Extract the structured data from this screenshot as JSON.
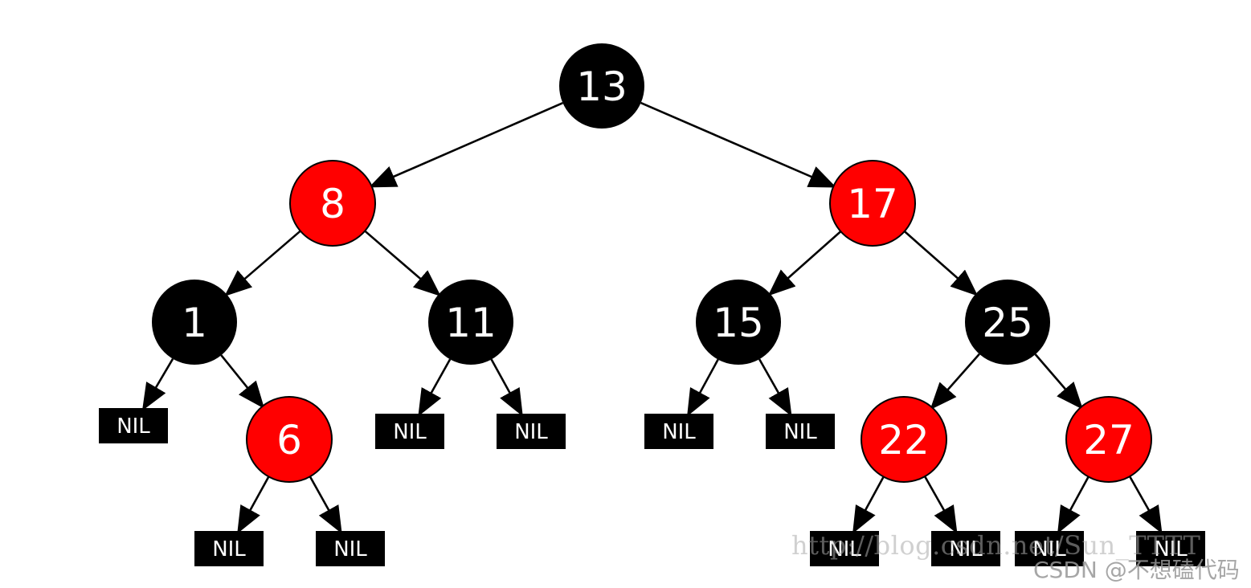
{
  "diagram": {
    "colors": {
      "black": "#000000",
      "red": "#ff0000",
      "text": "#ffffff"
    },
    "nodes": [
      {
        "id": "n13",
        "key": "13",
        "color": "black"
      },
      {
        "id": "n8",
        "key": "8",
        "color": "red"
      },
      {
        "id": "n17",
        "key": "17",
        "color": "red"
      },
      {
        "id": "n1",
        "key": "1",
        "color": "black"
      },
      {
        "id": "n11",
        "key": "11",
        "color": "black"
      },
      {
        "id": "n15",
        "key": "15",
        "color": "black"
      },
      {
        "id": "n25",
        "key": "25",
        "color": "black"
      },
      {
        "id": "n6",
        "key": "6",
        "color": "red"
      },
      {
        "id": "n22",
        "key": "22",
        "color": "red"
      },
      {
        "id": "n27",
        "key": "27",
        "color": "red"
      }
    ],
    "nil_label": "NIL",
    "edges": [
      {
        "from": "n13",
        "to": "n8"
      },
      {
        "from": "n13",
        "to": "n17"
      },
      {
        "from": "n8",
        "to": "n1"
      },
      {
        "from": "n8",
        "to": "n11"
      },
      {
        "from": "n17",
        "to": "n15"
      },
      {
        "from": "n17",
        "to": "n25"
      },
      {
        "from": "n1",
        "to": "nil1"
      },
      {
        "from": "n1",
        "to": "n6"
      },
      {
        "from": "n11",
        "to": "nil2"
      },
      {
        "from": "n11",
        "to": "nil3"
      },
      {
        "from": "n15",
        "to": "nil4"
      },
      {
        "from": "n15",
        "to": "nil5"
      },
      {
        "from": "n25",
        "to": "n22"
      },
      {
        "from": "n25",
        "to": "n27"
      },
      {
        "from": "n6",
        "to": "nil6"
      },
      {
        "from": "n6",
        "to": "nil7"
      },
      {
        "from": "n22",
        "to": "nil8"
      },
      {
        "from": "n22",
        "to": "nil9"
      },
      {
        "from": "n27",
        "to": "nil10"
      },
      {
        "from": "n27",
        "to": "nil11"
      }
    ]
  },
  "watermark": {
    "url": "http://blog.csdn.net/Sun_TTTT",
    "credit": "CSDN @不想磕代码"
  }
}
